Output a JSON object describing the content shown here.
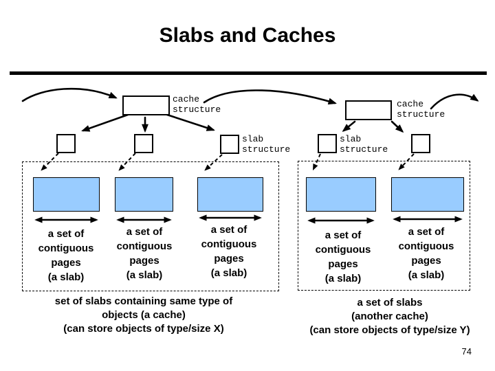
{
  "title": "Slabs and Caches",
  "page_number": "74",
  "colors": {
    "slab_page_fill": "#99ccff",
    "stroke": "#000000"
  },
  "cache_structure_label": {
    "line1": "cache",
    "line2": "structure"
  },
  "slab_structure_label": {
    "line1": "slab",
    "line2": "structure"
  },
  "slab_pages_label": {
    "line1": "a set of",
    "line2": "contiguous",
    "line3": "pages",
    "line4": "(a slab)"
  },
  "captions": {
    "left": {
      "line1": "set of slabs containing same type of",
      "line2": "objects (a cache)",
      "line3": "(can store objects of type/size X)"
    },
    "right": {
      "line1": "a set of slabs",
      "line2": "(another cache)",
      "line3": "(can store objects of type/size Y)"
    }
  }
}
